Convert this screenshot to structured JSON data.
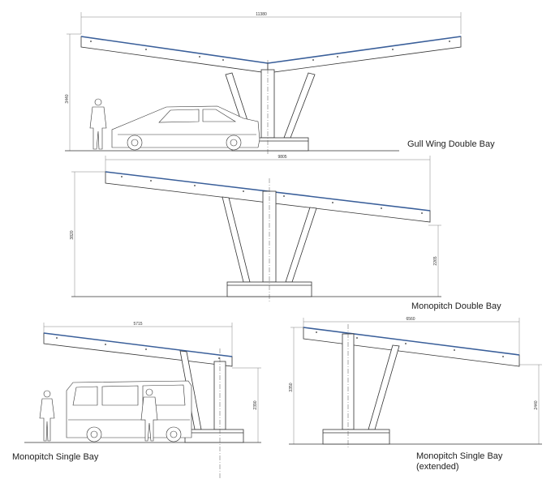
{
  "captions": {
    "gull_wing": "Gull Wing Double Bay",
    "mono_double": "Monopitch Double Bay",
    "mono_single": "Monopitch Single Bay",
    "mono_single_ext_line1": "Monopitch Single Bay",
    "mono_single_ext_line2": "(extended)"
  },
  "dimensions": {
    "gull_width": "11380",
    "gull_height": "3440",
    "double_width": "9805",
    "double_height": "3820",
    "double_low": "2265",
    "single_width": "5715",
    "single_low": "2390",
    "ext_width": "6560",
    "ext_height": "3350",
    "ext_low": "2440"
  },
  "colors": {
    "line": "#333333",
    "panel": "#3a5f9a",
    "background": "#ffffff"
  }
}
